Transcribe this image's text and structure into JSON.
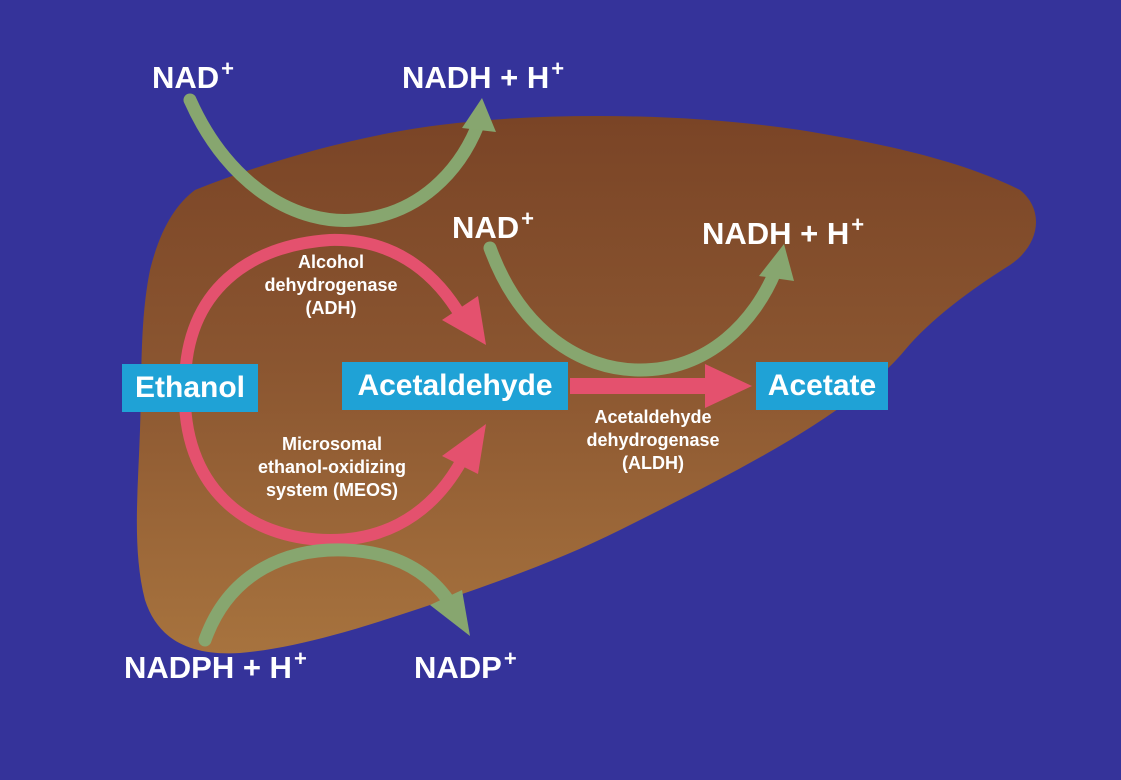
{
  "colors": {
    "background": "#35339a",
    "liver_top": "#7a4426",
    "liver_bottom": "#a7733e",
    "main_arrow": "#e4516e",
    "cofactor_arrow": "#87a66f",
    "compound_box": "#1fa2d6",
    "text": "#ffffff"
  },
  "compounds": {
    "ethanol": "Ethanol",
    "acetaldehyde": "Acetaldehyde",
    "acetate": "Acetate"
  },
  "enzymes": {
    "adh": [
      "Alcohol",
      "dehydrogenase",
      "(ADH)"
    ],
    "meos": [
      "Microsomal",
      "ethanol-oxidizing",
      "system (MEOS)"
    ],
    "aldh": [
      "Acetaldehyde",
      "dehydrogenase",
      "(ALDH)"
    ]
  },
  "cofactors": {
    "adh_in": {
      "base": "NAD",
      "sup": "+"
    },
    "adh_out": {
      "base": "NADH + H",
      "sup": "+"
    },
    "aldh_in": {
      "base": "NAD",
      "sup": "+"
    },
    "aldh_out": {
      "base": "NADH + H",
      "sup": "+"
    },
    "meos_in": {
      "base": "NADPH + H",
      "sup": "+"
    },
    "meos_out": {
      "base": "NADP",
      "sup": "+"
    }
  }
}
